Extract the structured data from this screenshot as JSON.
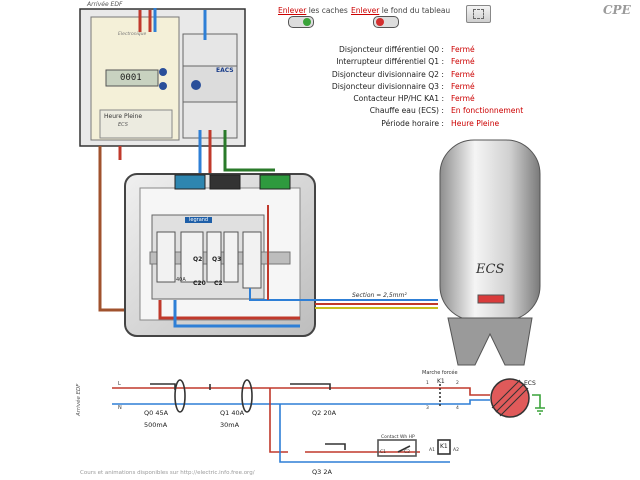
{
  "header": {
    "toggle_covers": {
      "link": "Enlever",
      "rest": " les caches"
    },
    "toggle_background": {
      "link": "Enlever",
      "rest": " le fond du tableau"
    },
    "logo": "CPE"
  },
  "status": [
    {
      "label": "Disjoncteur différentiel Q0 :",
      "value": "Fermé"
    },
    {
      "label": "Interrupteur différentiel Q1 :",
      "value": "Fermé"
    },
    {
      "label": "Disjoncteur divisionnaire Q2 :",
      "value": "Fermé"
    },
    {
      "label": "Disjoncteur divisionnaire Q3 :",
      "value": "Fermé"
    },
    {
      "label": "Contacteur HP/HC KA1 :",
      "value": "Fermé"
    },
    {
      "label": "Chauffe eau (ECS) :",
      "value": "En fonctionnement"
    },
    {
      "label": "Période horaire :",
      "value": "Heure Pleine"
    }
  ],
  "meter": {
    "brand": "Arrivée EDF",
    "model": "Electronique",
    "display": "0001",
    "rate": "Heure Pleine",
    "rate_code": "ECS",
    "breaker_brand": "EACS"
  },
  "panel": {
    "rail_brand": "legrand",
    "q2": "Q2",
    "q3": "Q3",
    "c20": "C20",
    "c2": "C2",
    "q1_rating": "40A"
  },
  "cable": "Section = 2,5mm²",
  "heater_label": "ECS",
  "schematic": {
    "arrival": "Arrivée EDF",
    "q0": "Q0 45A",
    "q0_sens": "500mA",
    "q1": "Q1 40A",
    "q1_sens": "30mA",
    "q2": "Q2 20A",
    "q3": "Q3 2A",
    "k1": "K1",
    "forced": "Marche forcée",
    "ecs": "ECS",
    "hp_contact": "Contact Wh HP",
    "c1": "C1",
    "c2": "C2",
    "a1": "A1",
    "a2": "A2",
    "l": "L",
    "n": "N",
    "t1": "1",
    "t2": "2",
    "t3": "3",
    "t4": "4"
  },
  "credit": "Cours et animations disponibles sur http://electric.info.free.org/",
  "colors": {
    "live": "#c0392b",
    "neutral": "#2e7fd6",
    "earth": "#3aa33a",
    "label": "#cc0000"
  }
}
